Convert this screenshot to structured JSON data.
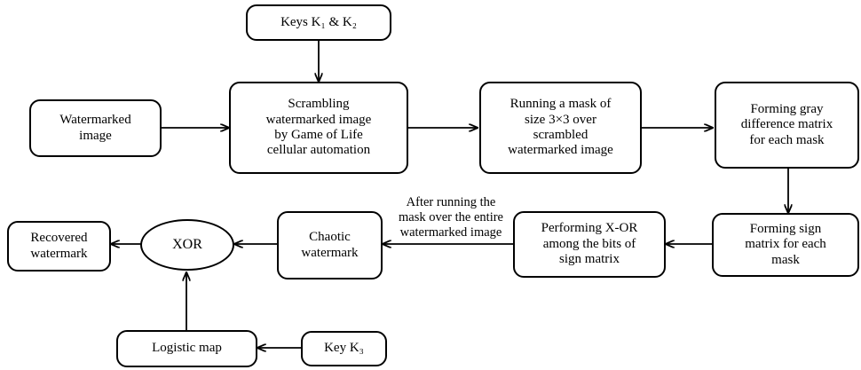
{
  "diagram": {
    "title": "Watermark extraction flowchart",
    "stroke_color": "#000000",
    "background_color": "#ffffff",
    "nodes": [
      {
        "id": "keys",
        "label": "Keys K₁ & K₂",
        "shape": "rounded-rect"
      },
      {
        "id": "watermarked",
        "label": "Watermarked\nimage",
        "shape": "rounded-rect"
      },
      {
        "id": "scrambling",
        "label": "Scrambling\nwatermarked image\nby Game of Life\ncellular automation",
        "shape": "rounded-rect"
      },
      {
        "id": "running_mask",
        "label": "Running a mask of\nsize 3×3 over\nscrambled\nwatermarked image",
        "shape": "rounded-rect"
      },
      {
        "id": "gray_difference",
        "label": "Forming gray\ndifference matrix\nfor each mask",
        "shape": "rounded-rect"
      },
      {
        "id": "sign_matrix",
        "label": "Forming sign\nmatrix for each\nmask",
        "shape": "rounded-rect"
      },
      {
        "id": "performing_xor",
        "label": "Performing X-OR\namong the bits of\nsign matrix",
        "shape": "rounded-rect"
      },
      {
        "id": "chaotic",
        "label": "Chaotic\nwatermark",
        "shape": "rounded-rect"
      },
      {
        "id": "xor",
        "label": "XOR",
        "shape": "ellipse"
      },
      {
        "id": "recovered",
        "label": "Recovered\nwatermark",
        "shape": "rounded-rect"
      },
      {
        "id": "logistic",
        "label": "Logistic map",
        "shape": "rounded-rect"
      },
      {
        "id": "key3",
        "label": "Key K₃",
        "shape": "rounded-rect"
      }
    ],
    "edge_labels": [
      {
        "id": "after_running",
        "label": "After running the\nmask over the entire\nwatermarked image"
      }
    ],
    "edges": [
      {
        "from": "keys",
        "to": "scrambling",
        "direction": "down"
      },
      {
        "from": "watermarked",
        "to": "scrambling",
        "direction": "right"
      },
      {
        "from": "scrambling",
        "to": "running_mask",
        "direction": "right"
      },
      {
        "from": "running_mask",
        "to": "gray_difference",
        "direction": "right"
      },
      {
        "from": "gray_difference",
        "to": "sign_matrix",
        "direction": "down"
      },
      {
        "from": "sign_matrix",
        "to": "performing_xor",
        "direction": "left"
      },
      {
        "from": "performing_xor",
        "to": "chaotic",
        "direction": "left"
      },
      {
        "from": "chaotic",
        "to": "xor",
        "direction": "left"
      },
      {
        "from": "xor",
        "to": "recovered",
        "direction": "left"
      },
      {
        "from": "logistic",
        "to": "xor",
        "direction": "up"
      },
      {
        "from": "key3",
        "to": "logistic",
        "direction": "left"
      }
    ]
  }
}
